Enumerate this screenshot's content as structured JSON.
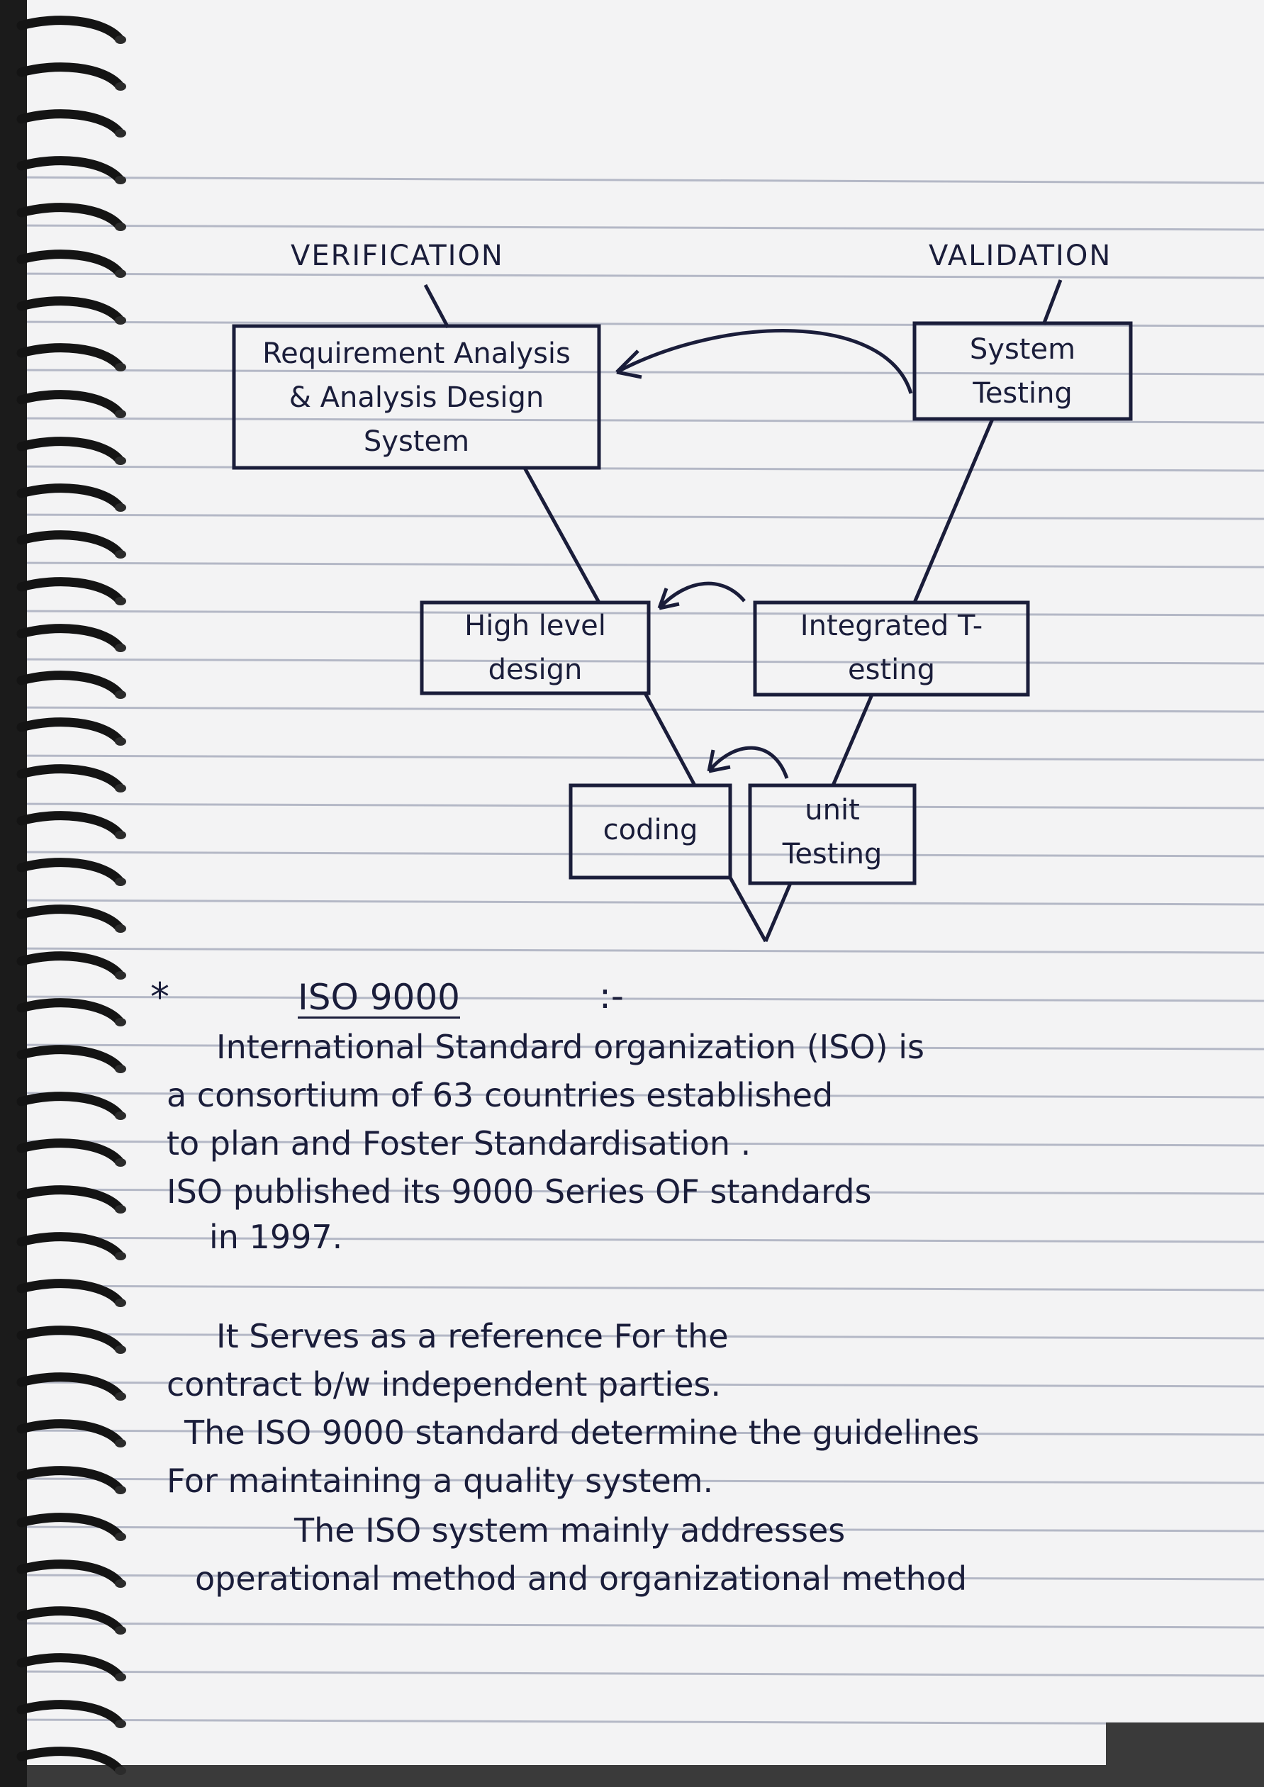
{
  "diagram": {
    "left_label": "VERIFICATION",
    "right_label": "VALIDATION",
    "boxes": {
      "requirement": "Requirement Analysis\n& Analysis Design\nSystem",
      "system_testing": "System\nTesting",
      "high_level_design": "High level\ndesign",
      "integrated_testing": "Integrated T-\nesting",
      "coding": "coding",
      "unit_testing": "unit\nTesting"
    }
  },
  "notes": {
    "bullet": "*",
    "heading": "ISO 9000",
    "heading_suffix": ":-",
    "lines": [
      "International Standard organization (ISO) is",
      "a consortium of 63 countries established",
      "to plan and Foster Standardisation .",
      "ISO published its 9000 Series OF standards",
      "in 1997.",
      "It Serves as a reference For the",
      "contract b/w independent parties.",
      "The ISO 9000 standard determine the guidelines",
      "For maintaining a quality system.",
      "The ISO system mainly addresses",
      "operational method and organizational method"
    ]
  }
}
